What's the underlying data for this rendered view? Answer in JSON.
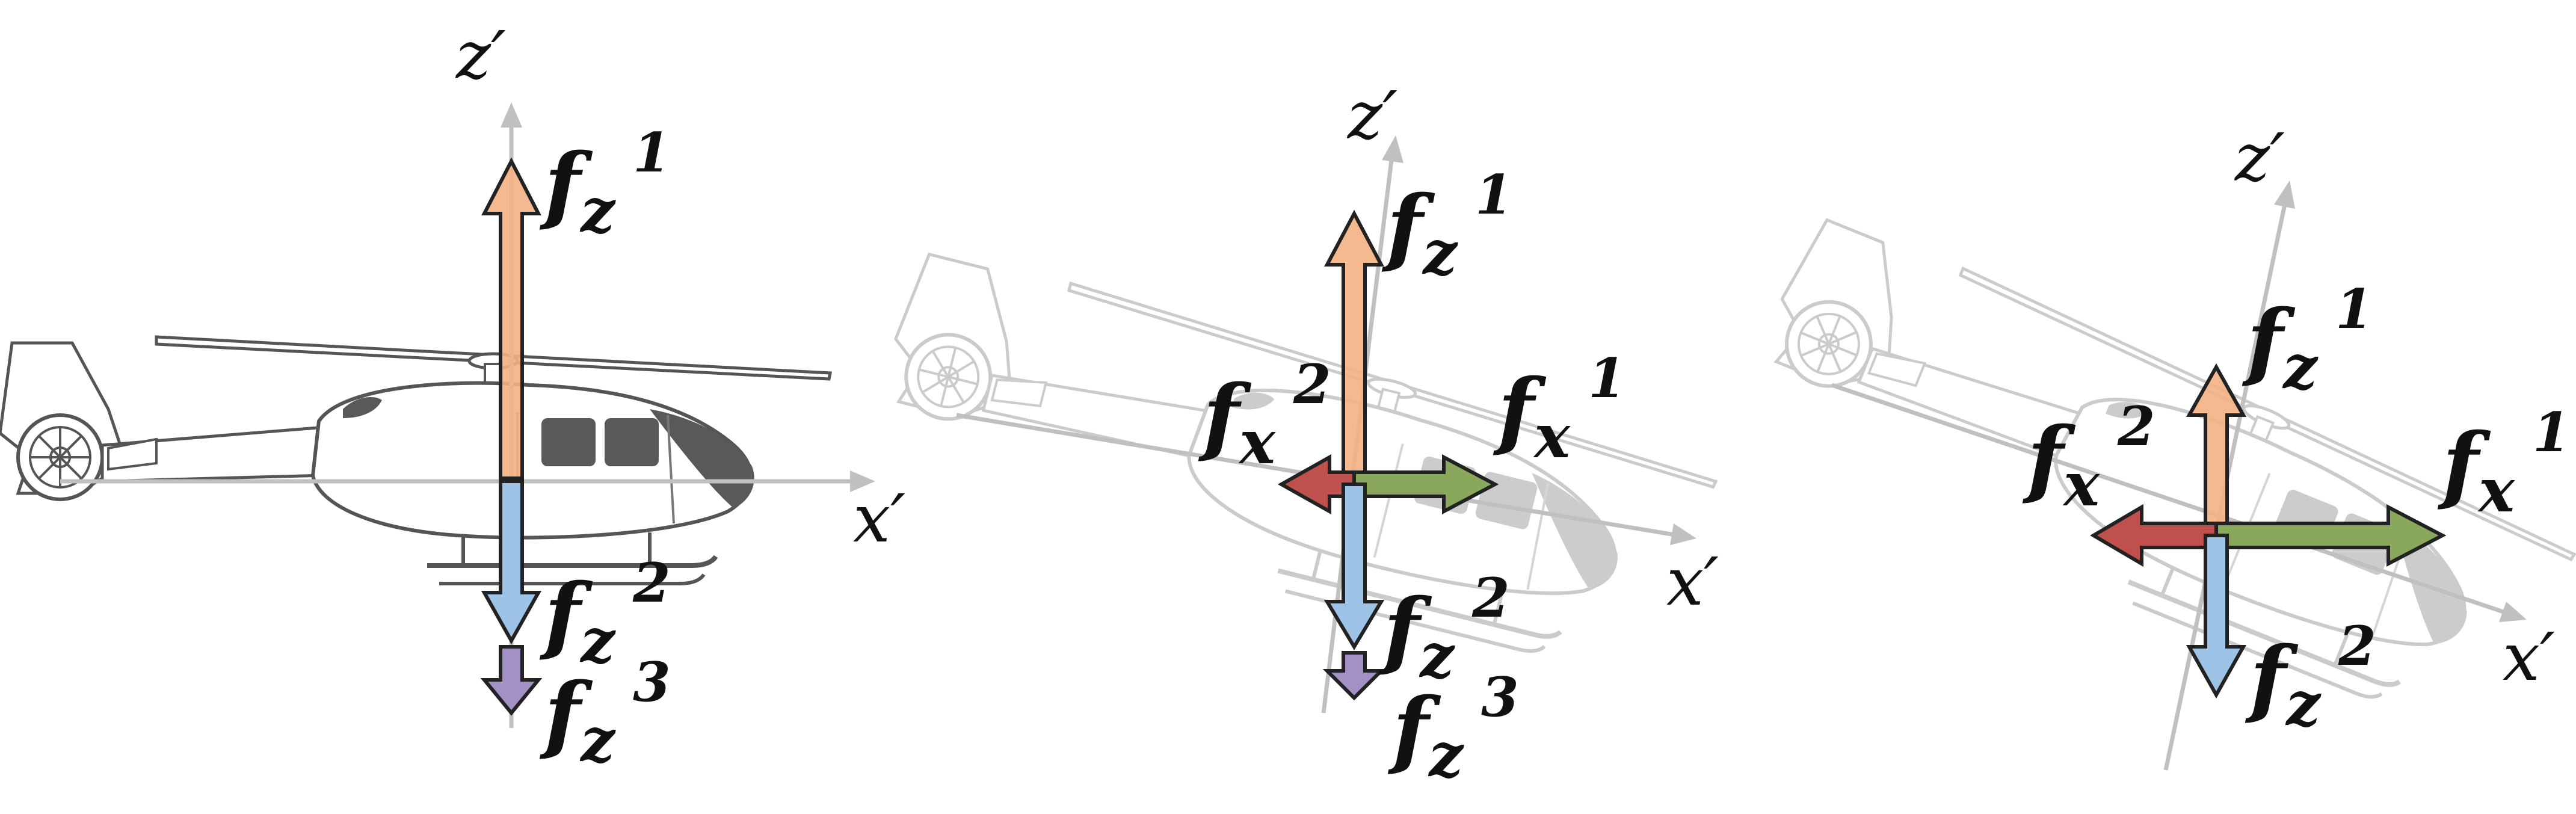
{
  "panels": [
    {
      "axis_labels": {
        "z": "z′",
        "x": "x′"
      },
      "forces": [
        {
          "symbol": "f",
          "sub": "z",
          "sup": "1",
          "color": "#f4b183"
        },
        {
          "symbol": "f",
          "sub": "z",
          "sup": "2",
          "color": "#9dc3e6"
        },
        {
          "symbol": "f",
          "sub": "z",
          "sup": "3",
          "color": "#a391c6"
        }
      ]
    },
    {
      "axis_labels": {
        "z": "z′",
        "x": "x′"
      },
      "forces": [
        {
          "symbol": "f",
          "sub": "z",
          "sup": "1",
          "color": "#f4b183"
        },
        {
          "symbol": "f",
          "sub": "x",
          "sup": "2",
          "color": "#c0504d"
        },
        {
          "symbol": "f",
          "sub": "x",
          "sup": "1",
          "color": "#8aa85c"
        },
        {
          "symbol": "f",
          "sub": "z",
          "sup": "2",
          "color": "#9dc3e6"
        },
        {
          "symbol": "f",
          "sub": "z",
          "sup": "3",
          "color": "#a391c6"
        }
      ]
    },
    {
      "axis_labels": {
        "z": "z′",
        "x": "x′"
      },
      "forces": [
        {
          "symbol": "f",
          "sub": "z",
          "sup": "1",
          "color": "#f4b183"
        },
        {
          "symbol": "f",
          "sub": "x",
          "sup": "2",
          "color": "#c0504d"
        },
        {
          "symbol": "f",
          "sub": "x",
          "sup": "1",
          "color": "#8aa85c"
        },
        {
          "symbol": "f",
          "sub": "z",
          "sup": "2",
          "color": "#9dc3e6"
        }
      ]
    }
  ]
}
